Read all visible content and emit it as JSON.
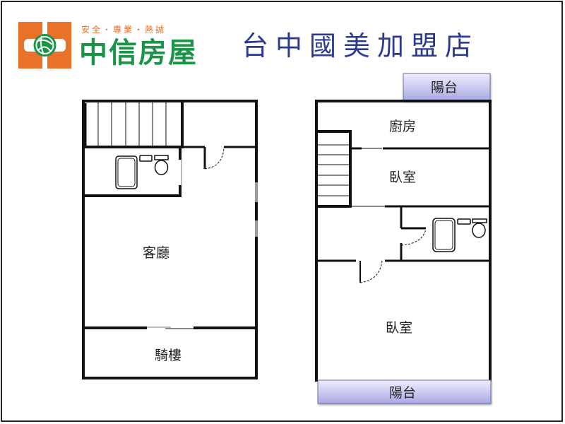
{
  "header": {
    "brand_slogan": "安全・專業・熱誠",
    "brand_name": "中信房屋",
    "store_title": "台中國美加盟店"
  },
  "colors": {
    "brand_orange": "#e9712a",
    "brand_green": "#1a9548",
    "title_navy": "#2b3990",
    "balcony_fill_top": "#eeeefb",
    "balcony_fill_bottom": "#a9a9e6",
    "wall": "#111111"
  },
  "floor_plan_left": {
    "rooms": {
      "living_room": "客廳",
      "arcade": "騎樓"
    },
    "fixtures": [
      "staircase",
      "bathtub",
      "sink",
      "toilet",
      "door-swing"
    ]
  },
  "floor_plan_right": {
    "rooms": {
      "balcony_top": "陽台",
      "kitchen": "廚房",
      "bedroom_upper": "臥室",
      "bedroom_lower": "臥室",
      "balcony_bottom": "陽台"
    },
    "fixtures": [
      "staircase",
      "bathtub",
      "sink",
      "toilet",
      "door-swing",
      "door-swing"
    ]
  }
}
